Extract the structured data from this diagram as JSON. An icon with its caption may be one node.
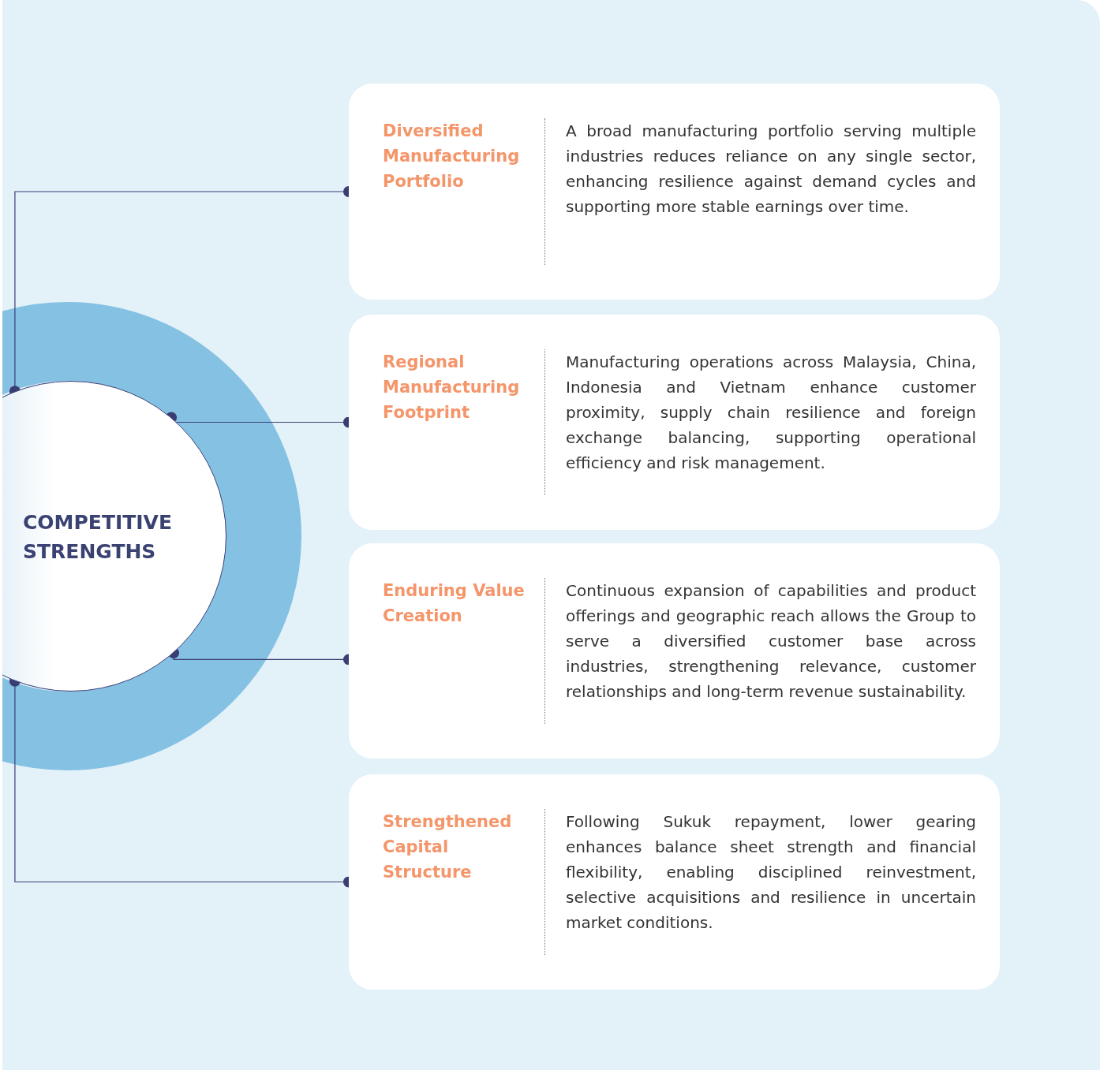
{
  "diagram": {
    "nodes": [
      {
        "text": [
          "COMPETITIVE STRENGTHS"
        ]
      },
      {
        "text": [
          "Diversified Manufacturing Portfolio",
          "A broad manufacturing portfolio serving multiple industries reduces reliance on any single sector, enhancing resilience against demand cycles and supporting more stable earnings over time."
        ]
      },
      {
        "text": [
          "Regional Manufacturing Footprint",
          "Manufacturing operations across Malaysia, China, Indonesia and Vietnam enhance customer proximity, supply chain resilience and foreign exchange balancing, supporting operational efficiency and risk management."
        ]
      },
      {
        "text": [
          "Enduring Value Creation",
          "Continuous expansion of capabilities and product offerings and geographic reach allows the Group to serve a diversified customer base across industries, strengthening relevance, customer relationships and long-term revenue sustainability."
        ]
      },
      {
        "text": [
          "Strengthened Capital Structure",
          "Following Sukuk repayment, lower gearing enhances balance sheet strength and financial flexibility, enabling disciplined reinvestment, selective acquisitions and resilience in uncertain market conditions."
        ]
      }
    ],
    "edges": [
      {
        "from": 0,
        "to": 1,
        "arrow": "other"
      },
      {
        "from": 0,
        "to": 2,
        "arrow": "other"
      },
      {
        "from": 0,
        "to": 3,
        "arrow": "other"
      },
      {
        "from": 0,
        "to": 4,
        "arrow": "other"
      }
    ]
  }
}
